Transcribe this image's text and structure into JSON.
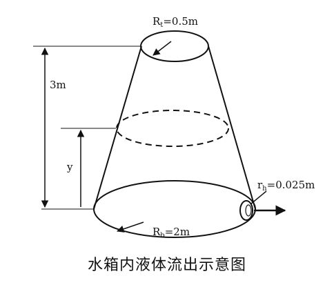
{
  "labels": {
    "top_radius_main": "R",
    "top_radius_sub": "t",
    "top_radius_value": "=0.5m",
    "height": "3m",
    "level": "y",
    "hole_radius_main": "r",
    "hole_radius_sub": "h",
    "hole_radius_value": "=0.025m",
    "bottom_radius_main": "R",
    "bottom_radius_sub": "b",
    "bottom_radius_value": "=2m"
  },
  "caption": "水箱内液体流出示意图"
}
